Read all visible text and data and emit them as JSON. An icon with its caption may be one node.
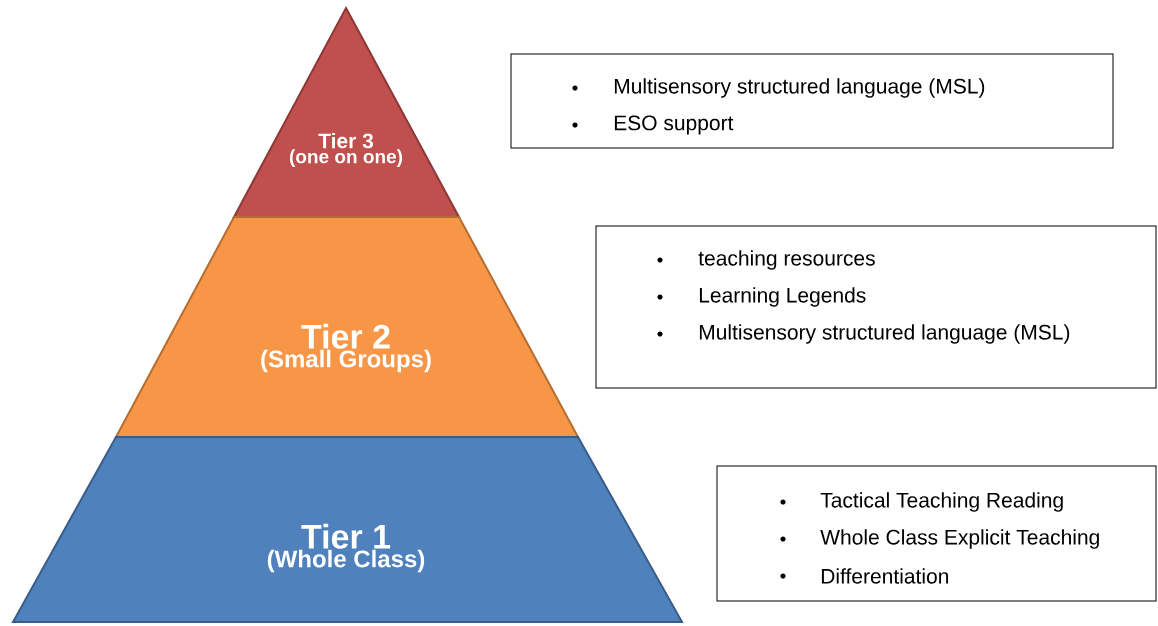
{
  "diagram": {
    "nodes": [
      {
        "text": [
          "Tier 3",
          "(one on one)"
        ]
      },
      {
        "text": [
          "Tier 2",
          "(Small Groups)"
        ]
      },
      {
        "text": [
          "Tier 1",
          "(Whole Class)"
        ]
      },
      {
        "text": [
          "Multisensory structured language (MSL)",
          "ESO support"
        ]
      },
      {
        "text": [
          "teaching resources",
          "Learning Legends",
          "Multisensory structured language (MSL)"
        ]
      },
      {
        "text": [
          "Tactical Teaching Reading",
          "Whole Class Explicit Teaching",
          "Differentiation"
        ]
      }
    ]
  }
}
